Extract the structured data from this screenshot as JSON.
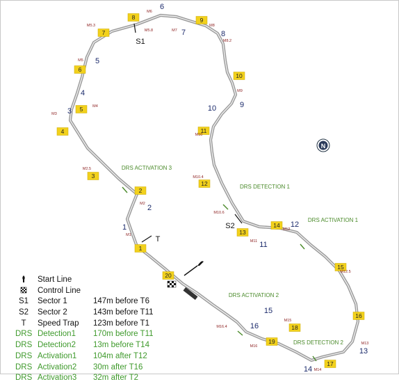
{
  "map": {
    "sectors": [
      {
        "label": "S1"
      },
      {
        "label": "S2"
      }
    ],
    "speed_trap_label": "T",
    "turn_numbers": [
      "1",
      "2",
      "3",
      "4",
      "5",
      "6",
      "7",
      "8",
      "9",
      "10",
      "11",
      "12",
      "13",
      "14",
      "15",
      "16"
    ],
    "turn_boxes": [
      "1",
      "2",
      "3",
      "4",
      "5",
      "6",
      "7",
      "8",
      "9",
      "10",
      "11",
      "12",
      "13",
      "14",
      "15",
      "16",
      "17",
      "18",
      "19",
      "20"
    ],
    "markers": [
      "M1",
      "M2",
      "M2.5",
      "M3",
      "M4",
      "M5",
      "M5.3",
      "M5.8",
      "M6",
      "M7",
      "M8",
      "M8.2",
      "M9",
      "M10",
      "M10.4",
      "M10.6",
      "M11",
      "M12",
      "M12.5",
      "M13",
      "M14",
      "M15",
      "M16",
      "M16.4"
    ],
    "drs_zones": [
      {
        "label": "DRS ACTIVATION 3"
      },
      {
        "label": "DRS DETECTION 1"
      },
      {
        "label": "DRS ACTIVATION 1"
      },
      {
        "label": "DRS ACTIVATION 2"
      },
      {
        "label": "DRS DETECTION 2"
      }
    ],
    "compass_label": "N",
    "colors": {
      "track": "#9a9a9a",
      "turn_box": "#f2d11c",
      "turn_number": "#1b2a6b",
      "marker": "#8a1c1c",
      "drs": "#4a8a2a"
    }
  },
  "legend": {
    "rows": [
      {
        "symbol": "start-line-icon",
        "name": "Start Line",
        "value": ""
      },
      {
        "symbol": "control-line-icon",
        "name": "Control Line",
        "value": ""
      },
      {
        "symbol": "S1",
        "name": "Sector 1",
        "value": "147m before T6"
      },
      {
        "symbol": "S2",
        "name": "Sector 2",
        "value": "143m before T11"
      },
      {
        "symbol": "T",
        "name": "Speed Trap",
        "value": "123m before T1"
      },
      {
        "symbol": "DRS",
        "name": "Detection1",
        "value": "170m before T11"
      },
      {
        "symbol": "DRS",
        "name": "Detection2",
        "value": "13m before T14"
      },
      {
        "symbol": "DRS",
        "name": "Activation1",
        "value": "104m after T12"
      },
      {
        "symbol": "DRS",
        "name": "Activation2",
        "value": "30m after T16"
      },
      {
        "symbol": "DRS",
        "name": "Activation3",
        "value": "32m after T2"
      }
    ]
  }
}
